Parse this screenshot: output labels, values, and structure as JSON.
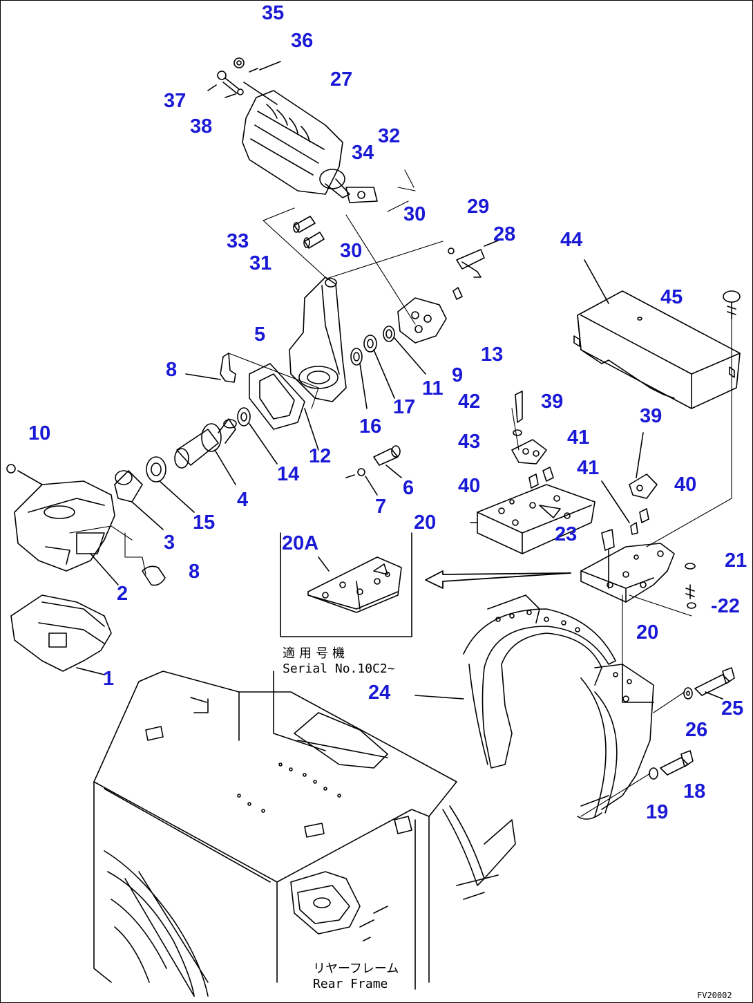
{
  "labels": [
    {
      "id": "l35",
      "text": "35"
    },
    {
      "id": "l36",
      "text": "36"
    },
    {
      "id": "l27",
      "text": "27"
    },
    {
      "id": "l37",
      "text": "37"
    },
    {
      "id": "l38",
      "text": "38"
    },
    {
      "id": "l32",
      "text": "32"
    },
    {
      "id": "l34",
      "text": "34"
    },
    {
      "id": "l30a",
      "text": "30"
    },
    {
      "id": "l29",
      "text": "29"
    },
    {
      "id": "l33",
      "text": "33"
    },
    {
      "id": "l28",
      "text": "28"
    },
    {
      "id": "l31",
      "text": "31"
    },
    {
      "id": "l30b",
      "text": "30"
    },
    {
      "id": "l44",
      "text": "44"
    },
    {
      "id": "l45",
      "text": "45"
    },
    {
      "id": "l5",
      "text": "5"
    },
    {
      "id": "l13",
      "text": "13"
    },
    {
      "id": "l9",
      "text": "9"
    },
    {
      "id": "l8a",
      "text": "8"
    },
    {
      "id": "l11",
      "text": "11"
    },
    {
      "id": "l17",
      "text": "17"
    },
    {
      "id": "l16",
      "text": "16"
    },
    {
      "id": "l42",
      "text": "42"
    },
    {
      "id": "l39a",
      "text": "39"
    },
    {
      "id": "l39b",
      "text": "39"
    },
    {
      "id": "l10",
      "text": "10"
    },
    {
      "id": "l43",
      "text": "43"
    },
    {
      "id": "l41a",
      "text": "41"
    },
    {
      "id": "l12",
      "text": "12"
    },
    {
      "id": "l14",
      "text": "14"
    },
    {
      "id": "l6",
      "text": "6"
    },
    {
      "id": "l41b",
      "text": "41"
    },
    {
      "id": "l40a",
      "text": "40"
    },
    {
      "id": "l40b",
      "text": "40"
    },
    {
      "id": "l4",
      "text": "4"
    },
    {
      "id": "l7",
      "text": "7"
    },
    {
      "id": "l15",
      "text": "15"
    },
    {
      "id": "l20a",
      "text": "20"
    },
    {
      "id": "l20A",
      "text": "20A"
    },
    {
      "id": "l23",
      "text": "23"
    },
    {
      "id": "l3",
      "text": "3"
    },
    {
      "id": "l8b",
      "text": "8"
    },
    {
      "id": "l21",
      "text": "21"
    },
    {
      "id": "l2",
      "text": "2"
    },
    {
      "id": "l22",
      "text": "-22"
    },
    {
      "id": "l20b",
      "text": "20"
    },
    {
      "id": "l1",
      "text": "1"
    },
    {
      "id": "l24",
      "text": "24"
    },
    {
      "id": "l25",
      "text": "25"
    },
    {
      "id": "l26",
      "text": "26"
    },
    {
      "id": "l18",
      "text": "18"
    },
    {
      "id": "l19",
      "text": "19"
    }
  ],
  "serial_note": {
    "jp": "適用号機",
    "en": "Serial No.10C2~"
  },
  "frame_note": {
    "jp": "リヤーフレーム",
    "en": "Rear Frame"
  },
  "drawing_code": "FV20002"
}
